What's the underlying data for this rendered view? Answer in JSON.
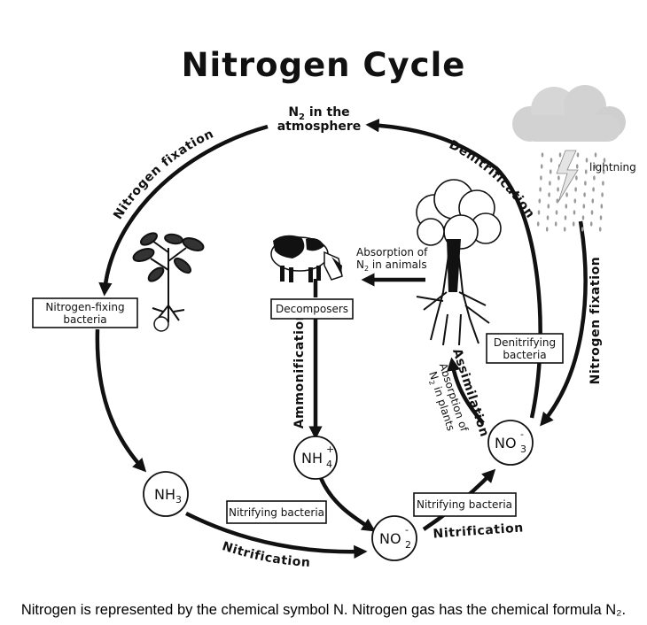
{
  "title": "Nitrogen Cycle",
  "atmosphere": {
    "line1": "N",
    "sub": "2",
    "line1_rest": " in the",
    "line2": "atmosphere"
  },
  "processes": {
    "fixation_left": "Nitrogen fixation",
    "fixation_right": "Nitrogen fixation",
    "denitrification": "Denitrification",
    "ammonification": "Ammonification",
    "assimilation": "Assimilation",
    "nitrification_left": "Nitrification",
    "nitrification_right": "Nitrification"
  },
  "boxes": {
    "nitrogen_fixing_1": "Nitrogen-fixing",
    "nitrogen_fixing_2": "bacteria",
    "decomposers": "Decomposers",
    "denitrifying_1": "Denitrifying",
    "denitrifying_2": "bacteria",
    "nitrifying_left": "Nitrifying bacteria",
    "nitrifying_right": "Nitrifying bacteria"
  },
  "absorption_animals": {
    "line1": "Absorption of",
    "line2_n": "N",
    "line2_sub": "2",
    "line2_rest": " in animals"
  },
  "absorption_plants": {
    "line1": "Absorption of",
    "line2_n": "N",
    "line2_sub": "2",
    "line2_rest": " in plants"
  },
  "nodes": {
    "nh3": {
      "base": "NH",
      "sub": "3"
    },
    "nh4": {
      "base": "NH",
      "sup": "+",
      "sub": "4"
    },
    "no2": {
      "base": "NO",
      "sup": "-",
      "sub": "2"
    },
    "no3": {
      "base": "NO",
      "sup": "-",
      "sub": "3"
    }
  },
  "lightning_label": "lightning",
  "caption": "Nitrogen is represented by the chemical symbol N. Nitrogen gas has the chemical formula N₂.",
  "colors": {
    "ink": "#111111",
    "cloud": "#cfcfcf",
    "rain": "#9a9a9a",
    "background": "#ffffff"
  }
}
